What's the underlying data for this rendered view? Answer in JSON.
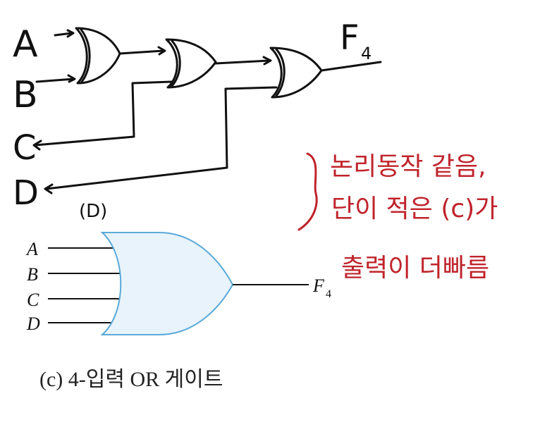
{
  "sketch": {
    "inputs": [
      "A",
      "B",
      "C",
      "D"
    ],
    "output_label": "F",
    "output_subscript": "4",
    "caption": "(D)"
  },
  "note": {
    "lines": [
      "논리동작 같음,",
      "단이 적은 (c)가",
      "출력이 더빠름"
    ],
    "color": "#c0232b"
  },
  "printed": {
    "inputs": [
      "A",
      "B",
      "C",
      "D"
    ],
    "output_label": "F",
    "output_subscript": "4",
    "gate_fill": "#e8f3fb",
    "gate_stroke": "#5aa9d8"
  },
  "caption": "(c) 4-입력 OR 게이트"
}
